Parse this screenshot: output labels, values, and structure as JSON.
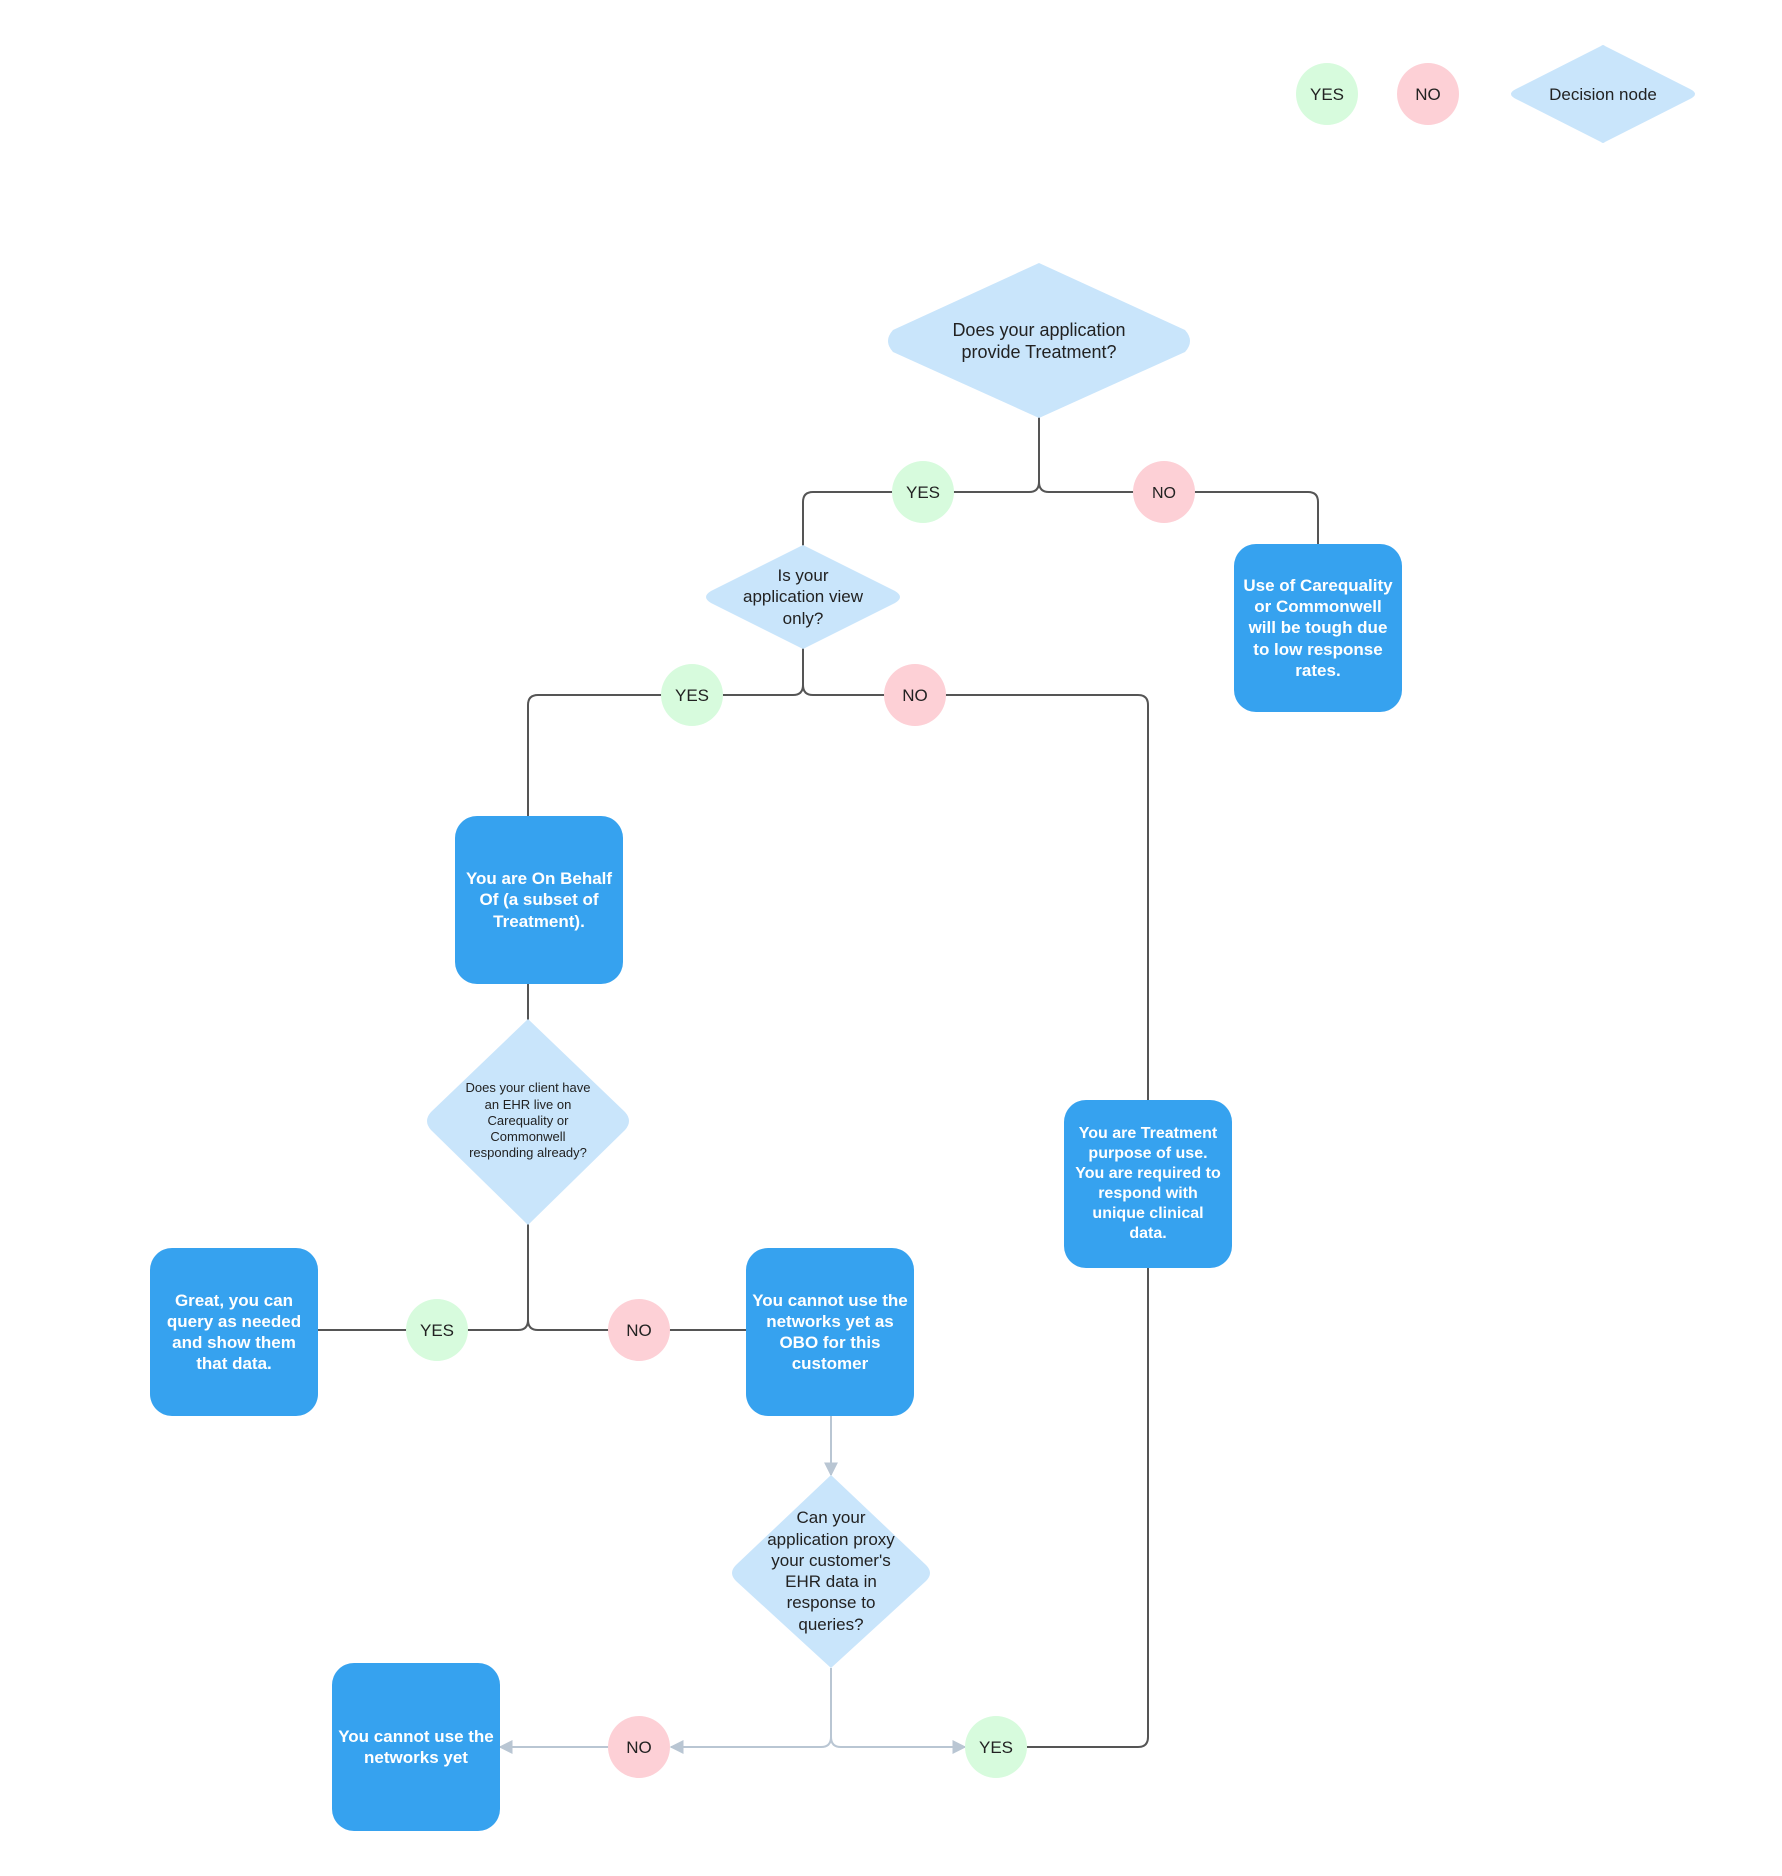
{
  "legend": {
    "yes": "YES",
    "no": "NO",
    "decision_node": "Decision node"
  },
  "colors": {
    "decision_fill": "#c9e5fb",
    "yes_fill": "#d7fbdd",
    "no_fill": "#fdd0d6",
    "result_fill": "#36a2ef",
    "line": "#555555",
    "line_light": "#b9c6d3"
  },
  "decisions": {
    "provide_treatment": "Does your application\nprovide Treatment?",
    "view_only": "Is your\napplication view\nonly?",
    "ehr_live": "Does your client have\nan EHR live on\nCarequality or\nCommonwell\nresponding already?",
    "proxy_data": "Can your\napplication proxy\nyour customer's\nEHR data in\nresponse to\nqueries?"
  },
  "results": {
    "tough_response": "Use of Carequality\nor Commonwell\nwill be tough due\nto low response\nrates.",
    "on_behalf_of": "You are On Behalf\nOf (a subset of\nTreatment).",
    "treatment_purpose": "You are Treatment\npurpose of use.\nYou are required to\nrespond with\nunique clinical\ndata.",
    "great_query": "Great, you can\nquery as needed\nand show them\nthat data.",
    "cannot_obo": "You cannot use the\nnetworks yet as\nOBO for this\ncustomer",
    "cannot_yet": "You cannot use the\nnetworks yet"
  },
  "branch_labels": {
    "yes": "YES",
    "no": "NO"
  }
}
